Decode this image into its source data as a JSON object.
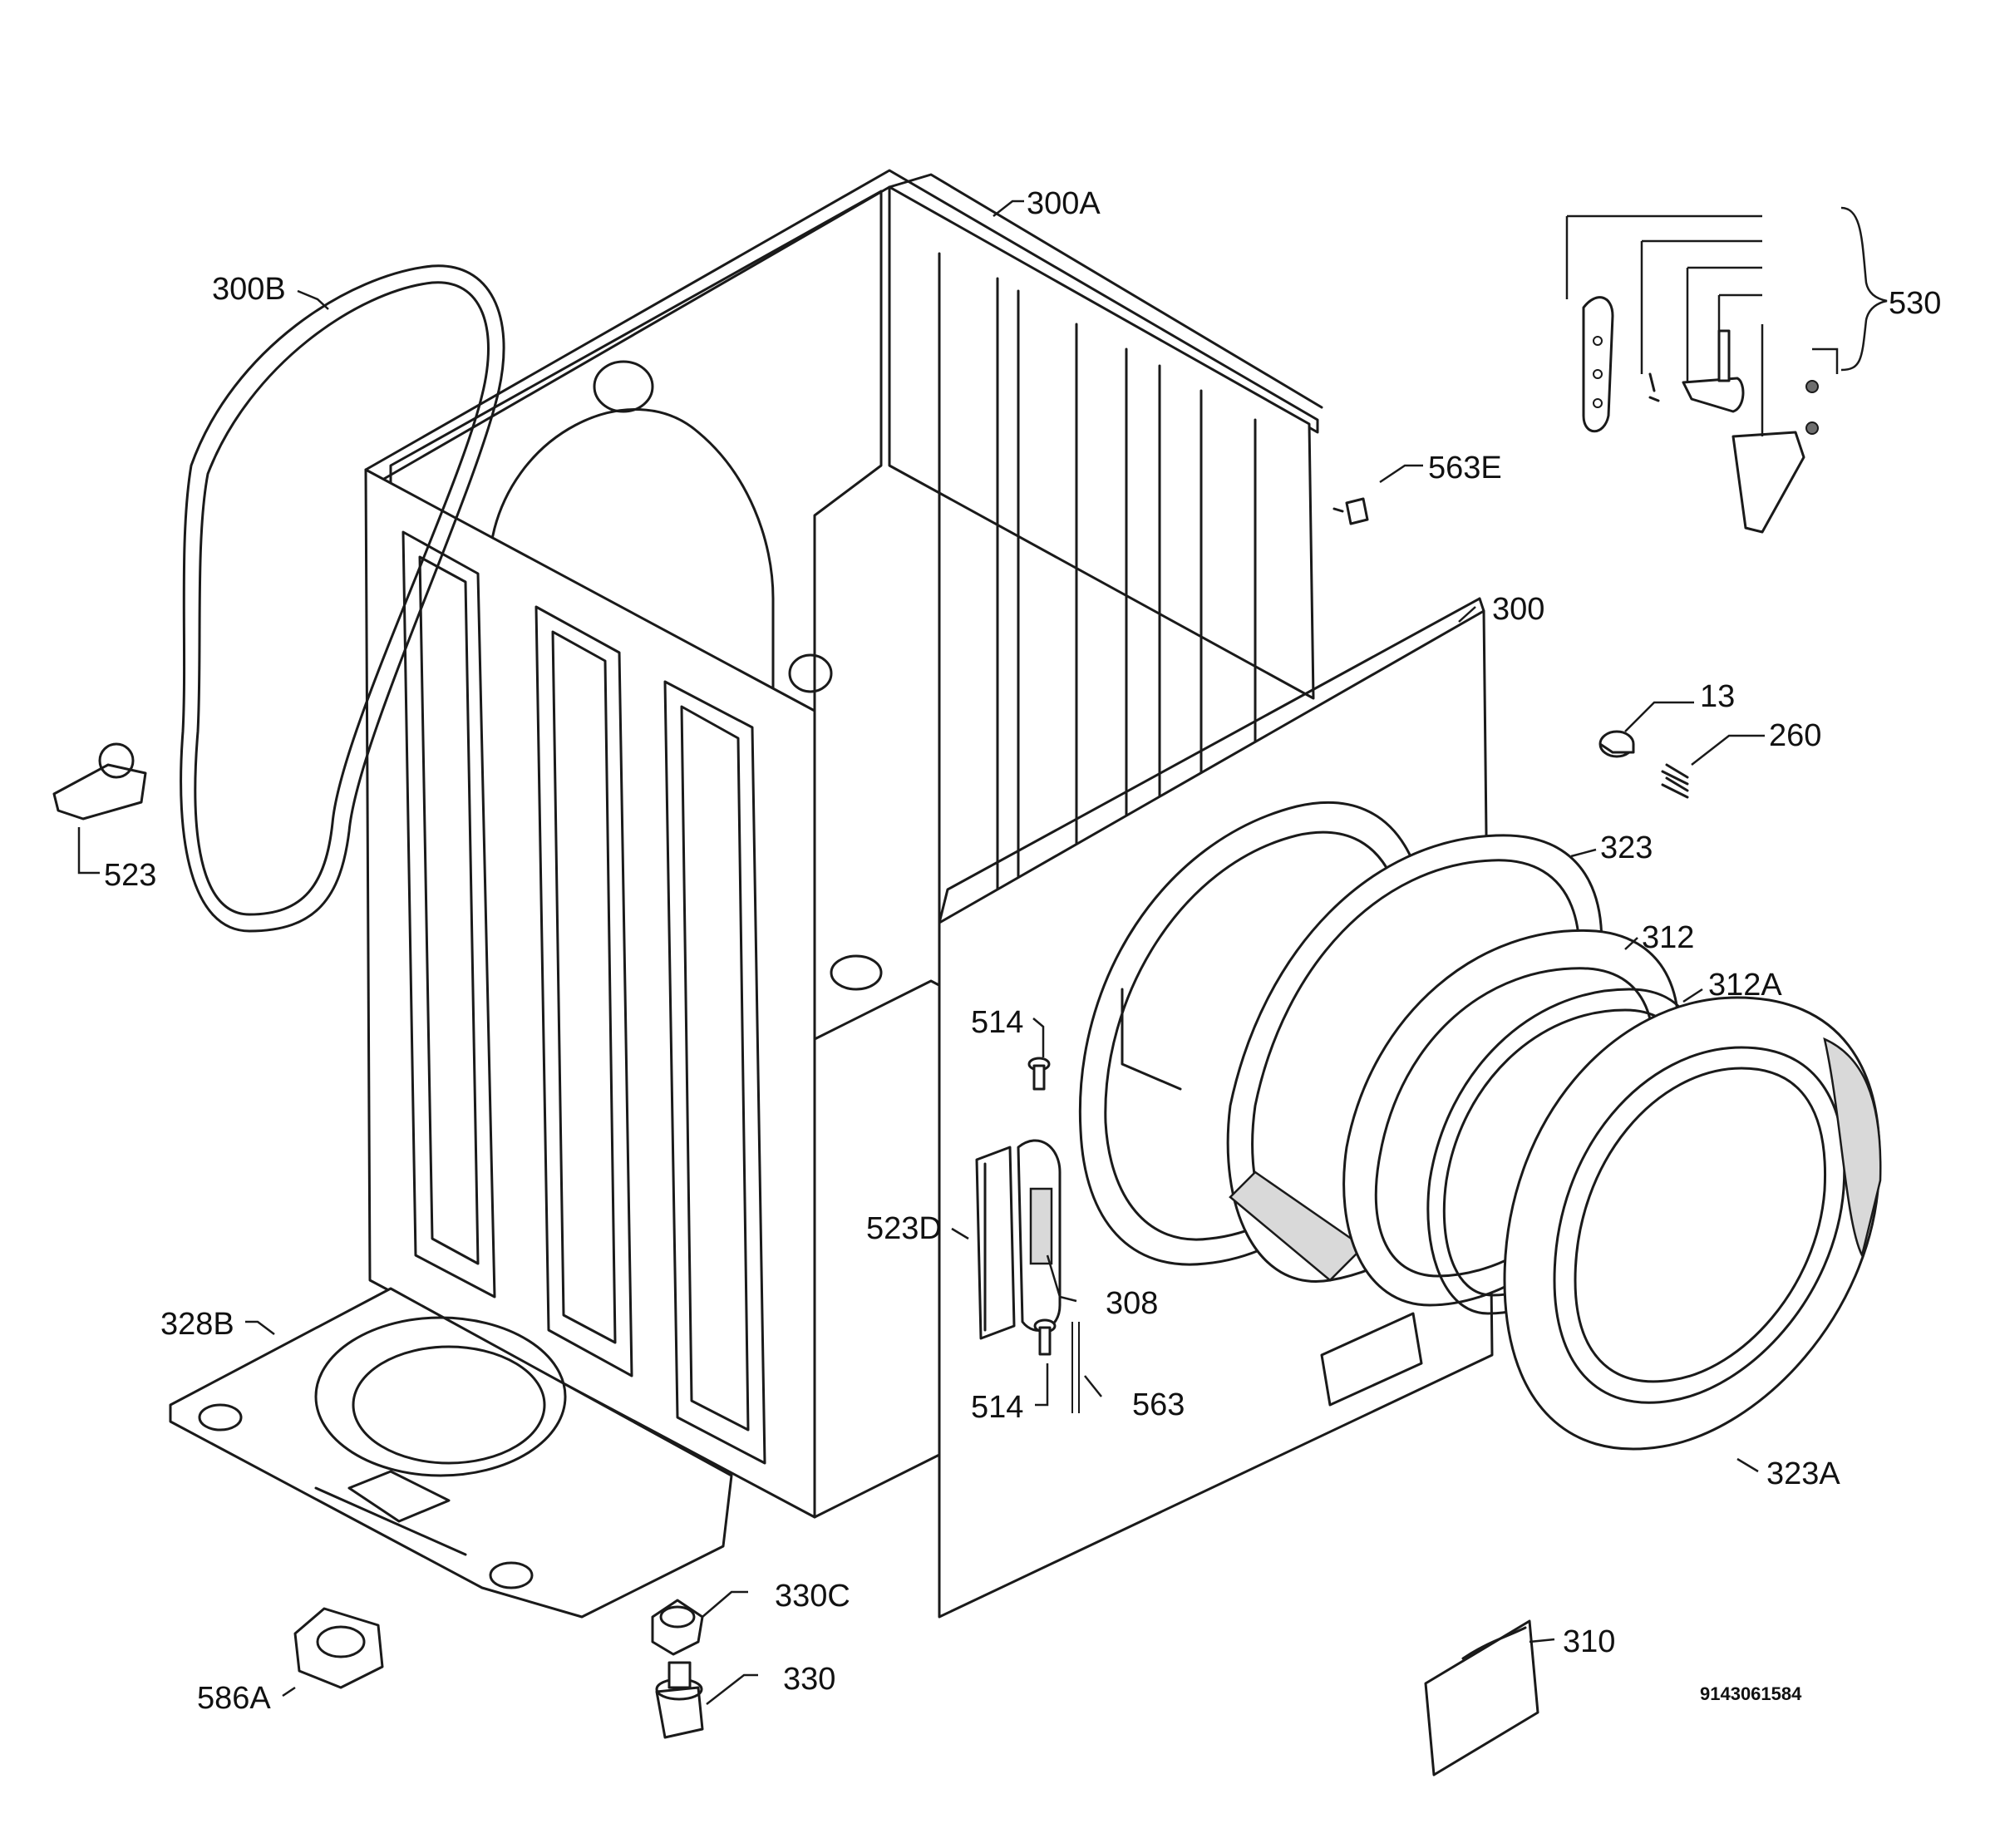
{
  "labels": {
    "l300A": "300A",
    "l300B": "300B",
    "l530": "530",
    "l563E": "563E",
    "l300": "300",
    "l13": "13",
    "l260": "260",
    "l323": "323",
    "l312": "312",
    "l312A": "312A",
    "l523": "523",
    "l514a": "514",
    "l523D": "523D",
    "l308": "308",
    "l514b": "514",
    "l563": "563",
    "l328B": "328B",
    "l323A": "323A",
    "l330C": "330C",
    "l330": "330",
    "l310": "310",
    "l586A": "586A"
  },
  "diagram_code": "9143061584"
}
